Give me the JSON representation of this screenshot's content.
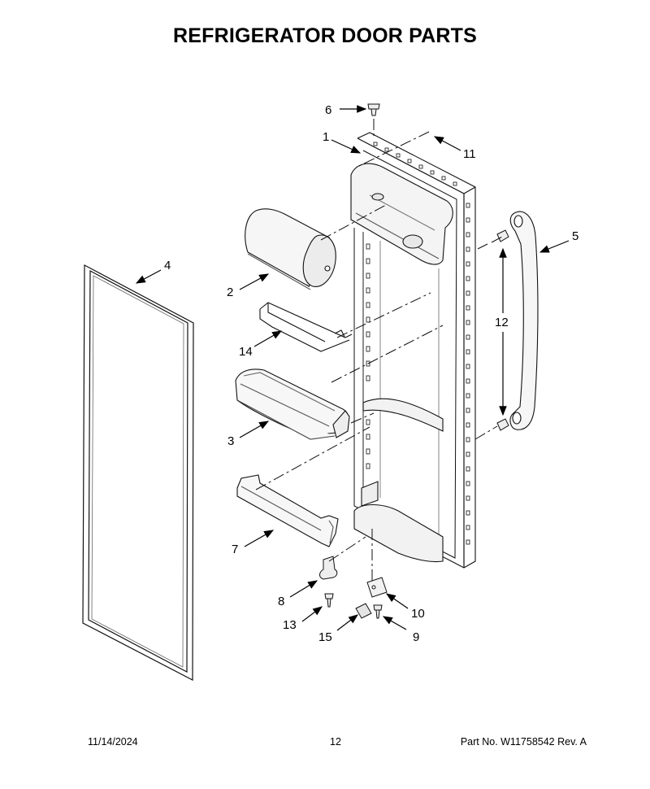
{
  "title": "REFRIGERATOR DOOR PARTS",
  "callouts": {
    "c1": "1",
    "c2": "2",
    "c3": "3",
    "c4": "4",
    "c5": "5",
    "c6": "6",
    "c7": "7",
    "c8": "8",
    "c9": "9",
    "c10": "10",
    "c11": "11",
    "c12": "12",
    "c13": "13",
    "c14": "14",
    "c15": "15"
  },
  "footer": {
    "date": "11/14/2024",
    "page": "12",
    "part_no": "Part No.  W11758542  Rev.  A"
  }
}
